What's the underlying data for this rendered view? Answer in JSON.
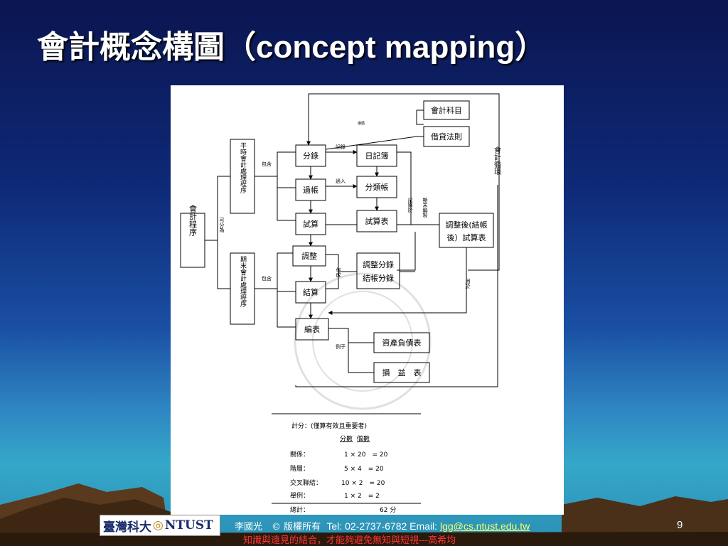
{
  "title": {
    "zh": "會計概念構圖（",
    "en": "concept mapping",
    "close": "）"
  },
  "diagram": {
    "nodes": {
      "accounting_subjects": "會計科目",
      "debit_credit_rules": "借貸法則",
      "journal_entry": "分錄",
      "journal": "日記簿",
      "posting": "過帳",
      "ledger": "分類帳",
      "trial": "試算",
      "trial_balance": "試算表",
      "adjust": "調整",
      "adj_closing_entries": [
        "調整分錄",
        "結帳分錄"
      ],
      "closing": "結算",
      "compile": "編表",
      "balance_sheet": "資產負債表",
      "income_statement": "損　益　表",
      "accounting_procedure": "會計程序",
      "routine_procedure": "平時會計處理程序",
      "period_end_procedure": "期末會計處理程序",
      "adjusted_trial_balance": [
        "調整後(結帳",
        "後）試算表"
      ],
      "accounting_cycle": "會計循環"
    },
    "labels": {
      "divisible": "可分為",
      "includes_1": "包含",
      "includes_2": "包含",
      "record": "記錄",
      "transfer": "過入",
      "make": "作成",
      "record_in": "記錄於",
      "period_end_compile": "期末編製",
      "used_for": "用於",
      "example": "例子",
      "top_small": "遵循"
    }
  },
  "scoring": {
    "header": "計分：(僅算有效且重要者)",
    "columns": [
      "分數",
      "個數"
    ],
    "rows": [
      {
        "label": "關係：",
        "calc": "1 ×  20　= 20"
      },
      {
        "label": "階層：",
        "calc": "5 ×  4　= 20"
      },
      {
        "label": "交叉聯結：",
        "calc": "10 ×  2　= 20"
      },
      {
        "label": "舉例：",
        "calc": "1 ×  2　= 2"
      }
    ],
    "total_label": "總計：",
    "total_value": "62 分"
  },
  "footer": {
    "logo_text_left": "臺灣科大",
    "logo_text_right": "NTUST",
    "author": "李國光　© 版權所有",
    "tel": "Tel: 02-2737-6782  Email: ",
    "email": "lgg@cs.ntust.edu.tw",
    "quote": "知識與遠見的結合，才能夠避免無知與短視---高希均",
    "page_number": "9"
  },
  "colors": {
    "title": "#ffffff",
    "footer_text": "#ffffff",
    "quote": "#ff3333",
    "link": "#ffff66"
  }
}
